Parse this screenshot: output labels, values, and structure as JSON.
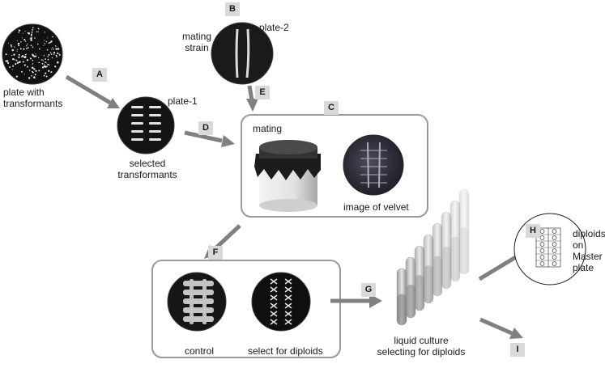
{
  "steps": {
    "a": "A",
    "b": "B",
    "c": "C",
    "d": "D",
    "e": "E",
    "f": "F",
    "g": "G",
    "h": "H",
    "i": "I"
  },
  "labels": {
    "plate_transformants": [
      "plate with",
      "transformants"
    ],
    "plate_2": "plate-2",
    "mating_strain": [
      "mating",
      "strain"
    ],
    "plate_1": "plate-1",
    "selected_transformants": [
      "selected",
      "transformants"
    ],
    "mating": "mating",
    "image_of_velvet": "image of velvet",
    "control": "control",
    "select_for_diploids": "select for diploids",
    "liquid_culture": [
      "liquid culture",
      "selecting for diploids"
    ],
    "diploids_master": [
      "diploids",
      "on",
      "Master",
      "plate"
    ]
  },
  "colors": {
    "arrow": "#808080",
    "badge": "#d9d9d9",
    "box_border": "#9a9a9a",
    "plate_dark": "#111111",
    "velvet_cap": "#1c1c1c"
  }
}
